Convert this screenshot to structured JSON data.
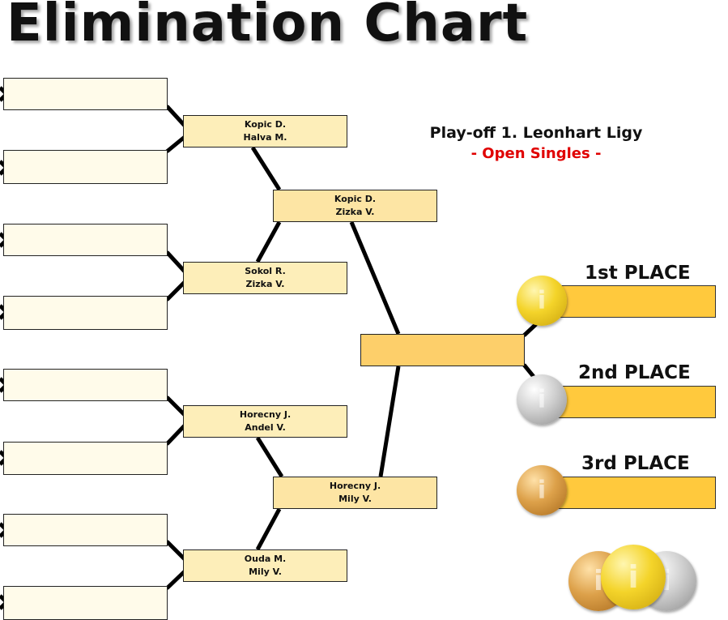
{
  "title": "Elimination Chart",
  "subtitle": {
    "line1": "Play-off 1. Leonhart Ligy",
    "line2": "- Open Singles -",
    "line2_color": "#e00000"
  },
  "round1": [
    {
      "p1": "Kopic D.",
      "p2": "Halva M."
    },
    {
      "p1": "Sokol R.",
      "p2": "Zizka V."
    },
    {
      "p1": "Horecny J.",
      "p2": "Andel V."
    },
    {
      "p1": "Ouda M.",
      "p2": "Mily V."
    }
  ],
  "semifinals": [
    {
      "p1": "Kopic D.",
      "p2": "Zizka V."
    },
    {
      "p1": "Horecny J.",
      "p2": "Mily V."
    }
  ],
  "places": [
    {
      "label": "1st PLACE",
      "medal": "gold-medal-icon"
    },
    {
      "label": "2nd PLACE",
      "medal": "silver-medal-icon"
    },
    {
      "label": "3rd PLACE",
      "medal": "bronze-medal-icon"
    }
  ],
  "colors": {
    "entry_slot": "#fffbea",
    "match_box": "#fdeeb9",
    "final_box": "#fdcf6a",
    "place_box": "#ffc93d"
  }
}
